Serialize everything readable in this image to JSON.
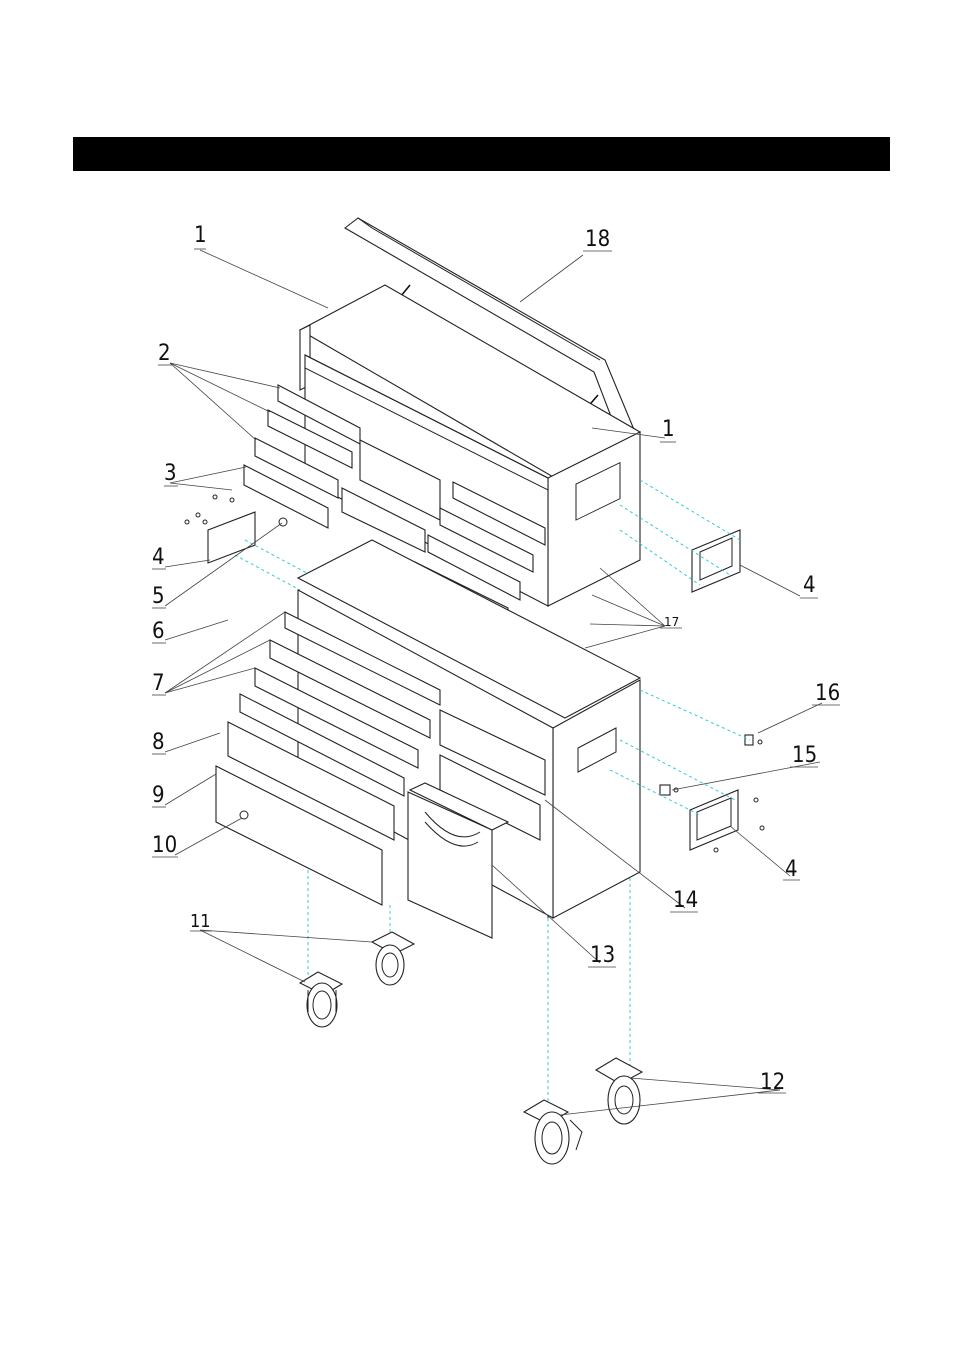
{
  "header": {
    "title": ""
  },
  "callouts": {
    "c1a": "1",
    "c1b": "1",
    "c2": "2",
    "c3": "3",
    "c4a": "4",
    "c4b": "4",
    "c4c": "4",
    "c5": "5",
    "c6": "6",
    "c7": "7",
    "c8": "8",
    "c9": "9",
    "c10": "10",
    "c11": "11",
    "c12": "12",
    "c13": "13",
    "c14": "14",
    "c15": "15",
    "c16": "16",
    "c17": "17",
    "c18": "18"
  },
  "colors": {
    "header_bar": "#000000",
    "alignment_lines": "#33cccc",
    "line_work": "#222222"
  }
}
